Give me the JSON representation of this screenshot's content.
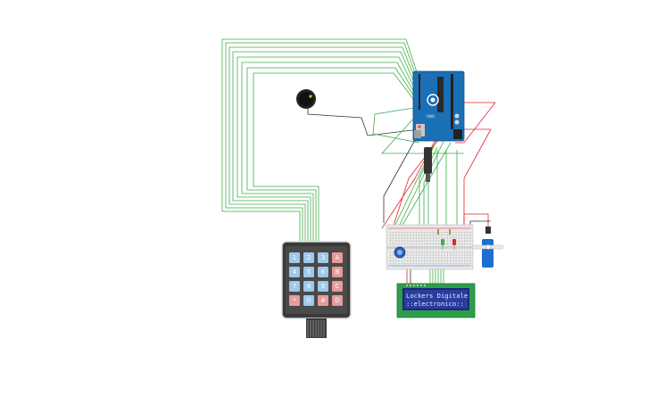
{
  "keypad": {
    "rows": [
      [
        "1",
        "2",
        "3",
        "A"
      ],
      [
        "4",
        "5",
        "6",
        "B"
      ],
      [
        "7",
        "8",
        "9",
        "C"
      ],
      [
        "*",
        "0",
        "#",
        "D"
      ]
    ]
  },
  "lcd": {
    "line1": "Lockers Digitale",
    "line2": "::electronico::"
  },
  "arduino": {
    "label": "UNO"
  },
  "colors": {
    "wire_green": "#3fae49",
    "wire_red": "#e0262b",
    "wire_black": "#333333",
    "arduino_blue": "#1b6fb5",
    "keypad_body": "#3a3a3a",
    "key_blue": "#9fc9ea",
    "key_red": "#e79a9a",
    "lcd_bezel": "#2e9d4a",
    "lcd_screen": "#2a3d9e"
  },
  "icons": [
    "buzzer-icon",
    "potentiometer-icon",
    "servo-icon",
    "led-icon"
  ]
}
